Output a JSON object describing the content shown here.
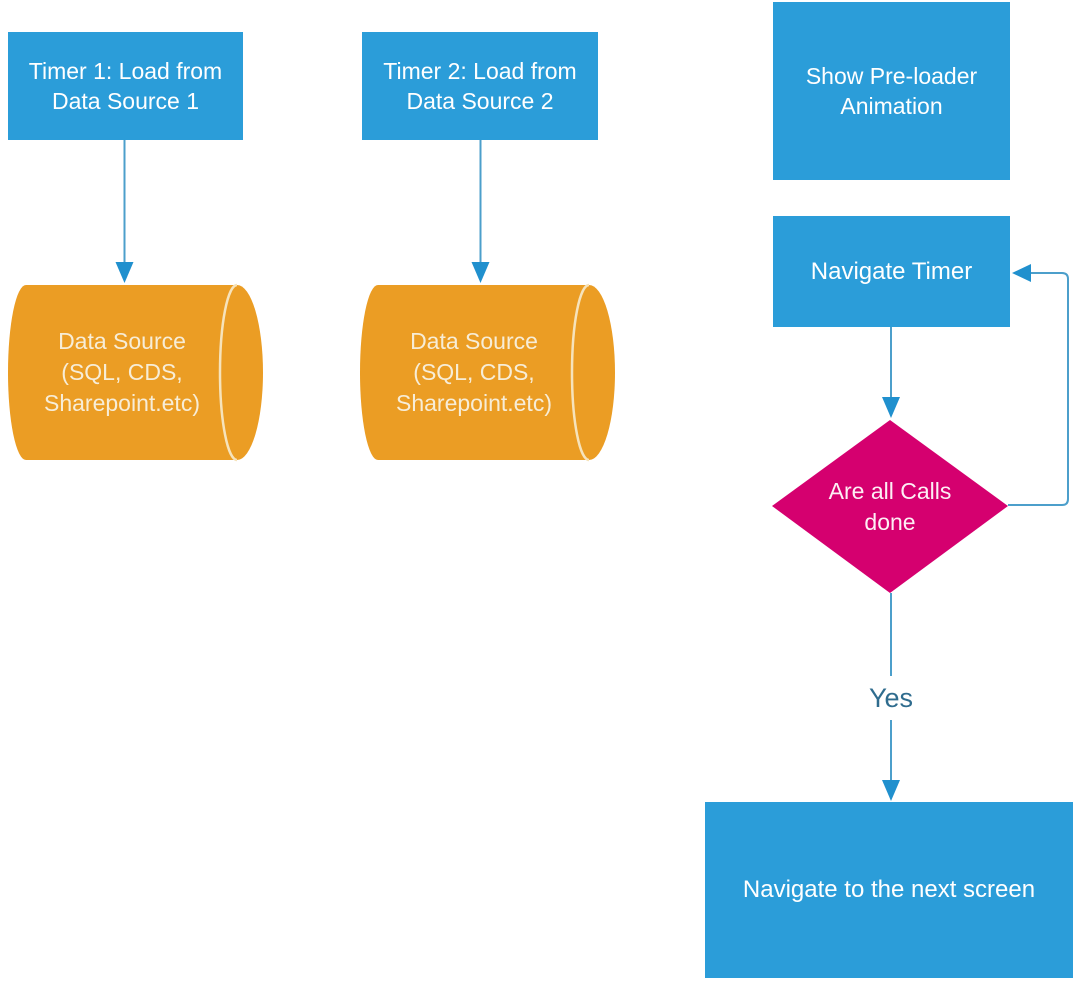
{
  "colors": {
    "node_blue": "#2B9DD9",
    "cylinder_orange": "#EB9D24",
    "diamond_pink": "#D5006F",
    "connector_line": "#4C9FCB",
    "arrowhead_blue": "#2090CE",
    "node_text": "#FFFFFF",
    "cylinder_text": "#F7EDD7",
    "cylinder_seam": "#F6E3BB",
    "yes_text": "#2F6C8E",
    "background": "#FFFFFF"
  },
  "nodes": {
    "timer1": {
      "lines": [
        "Timer 1: Load from",
        "Data Source 1"
      ]
    },
    "timer2": {
      "lines": [
        "Timer 2: Load from",
        "Data Source 2"
      ]
    },
    "datasource1": {
      "lines": [
        "Data Source",
        "(SQL, CDS,",
        "Sharepoint.etc)"
      ]
    },
    "datasource2": {
      "lines": [
        "Data Source",
        "(SQL, CDS,",
        "Sharepoint.etc)"
      ]
    },
    "preloader": {
      "lines": [
        "Show Pre-loader",
        "Animation"
      ]
    },
    "navigate_timer": {
      "label": "Navigate Timer"
    },
    "decision": {
      "lines": [
        "Are all Calls",
        "done"
      ]
    },
    "next_screen": {
      "label": "Navigate to the next screen"
    }
  },
  "edges": {
    "yes_label": "Yes"
  }
}
